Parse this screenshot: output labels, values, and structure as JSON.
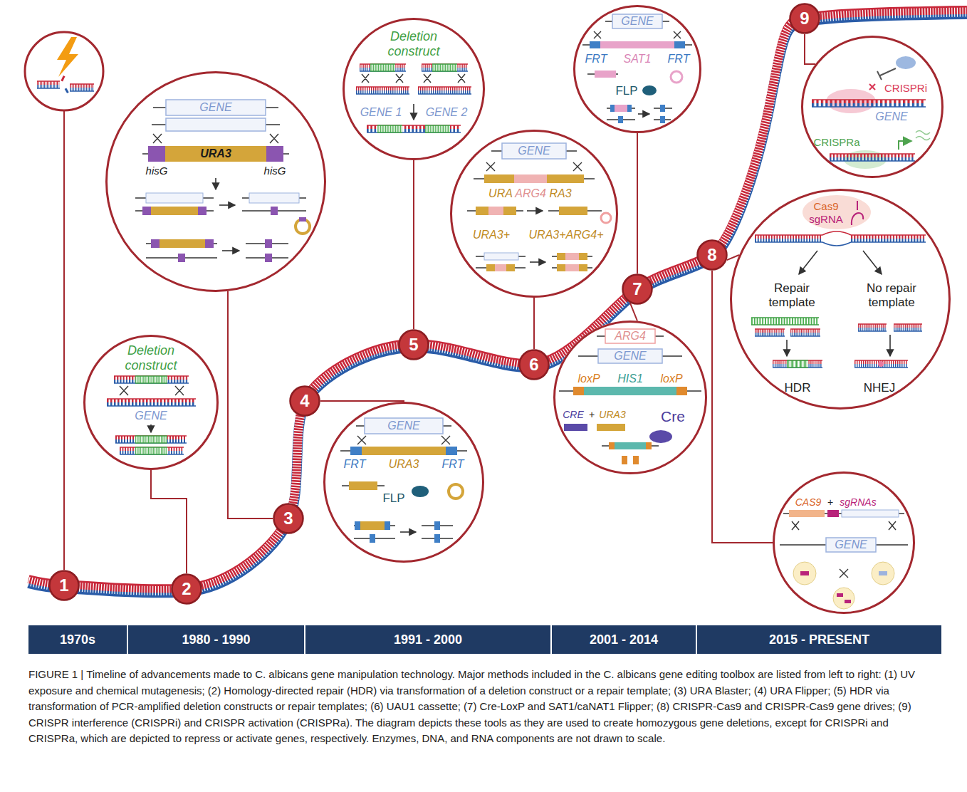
{
  "diagram": {
    "caption": "FIGURE 1 | Timeline of advancements made to C. albicans gene manipulation technology. Major methods included in the C. albicans gene editing toolbox are listed from left to right: (1) UV exposure and chemical mutagenesis; (2) Homology-directed repair (HDR) via transformation of a deletion construct or a repair template; (3) URA Blaster; (4) URA Flipper; (5) HDR via transformation of PCR-amplified deletion constructs or repair templates; (6) UAU1 cassette; (7) Cre-LoxP and SAT1/caNAT1 Flipper; (8) CRISPR-Cas9 and CRISPR-Cas9 gene drives; (9) CRISPR interference (CRISPRi) and CRISPR activation (CRISPRa). The diagram depicts these tools as they are used to create homozygous gene deletions, except for CRISPRi and CRISPRa, which are depicted to repress or activate genes, respectively. Enzymes, DNA, and RNA components are not drawn to scale.",
    "nodes": [
      {
        "text": [
          "1"
        ]
      },
      {
        "text": [
          "2"
        ]
      },
      {
        "text": [
          "Deletion construct",
          "GENE"
        ]
      },
      {
        "text": [
          "3"
        ]
      },
      {
        "text": [
          "GENE",
          "URA3",
          "hisG",
          "hisG"
        ]
      },
      {
        "text": [
          "4"
        ]
      },
      {
        "text": [
          "GENE",
          "FRT",
          "URA3",
          "FRT",
          "FLP"
        ]
      },
      {
        "text": [
          "5"
        ]
      },
      {
        "text": [
          "Deletion construct",
          "GENE 1",
          "GENE 2"
        ]
      },
      {
        "text": [
          "6"
        ]
      },
      {
        "text": [
          "GENE",
          "URA",
          "ARG4",
          "RA3",
          "URA3+",
          "URA3+ARG4+"
        ]
      },
      {
        "text": [
          "7"
        ]
      },
      {
        "text": [
          "GENE",
          "FRT",
          "SAT1",
          "FRT",
          "FLP"
        ]
      },
      {
        "text": [
          "ARG4",
          "GENE",
          "loxP",
          "HIS1",
          "loxP",
          "CRE",
          "+",
          "URA3",
          "Cre"
        ]
      },
      {
        "text": [
          "8"
        ]
      },
      {
        "text": [
          "Cas9",
          "sgRNA",
          "Repair template",
          "No repair template",
          "HDR",
          "NHEJ"
        ]
      },
      {
        "text": [
          "CAS9",
          "+",
          "sgRNAs",
          "GENE"
        ]
      },
      {
        "text": [
          "9"
        ]
      },
      {
        "text": [
          "CRISPRi",
          "GENE",
          "CRISPRa"
        ]
      },
      {
        "text": [
          "1970s"
        ]
      },
      {
        "text": [
          "1980 - 1990"
        ]
      },
      {
        "text": [
          "1991 - 2000"
        ]
      },
      {
        "text": [
          "2001 - 2014"
        ]
      },
      {
        "text": [
          "2015 - PRESENT"
        ]
      }
    ],
    "edges": [
      {
        "from": 1,
        "to": 2,
        "arrow": "none"
      },
      {
        "from": 3,
        "to": 4,
        "arrow": "none"
      },
      {
        "from": 5,
        "to": 6,
        "arrow": "none"
      },
      {
        "from": 7,
        "to": 8,
        "arrow": "none"
      },
      {
        "from": 9,
        "to": 10,
        "arrow": "none"
      },
      {
        "from": 11,
        "to": 12,
        "arrow": "none"
      },
      {
        "from": 11,
        "to": 13,
        "arrow": "none"
      },
      {
        "from": 14,
        "to": 15,
        "arrow": "none"
      },
      {
        "from": 14,
        "to": 16,
        "arrow": "none"
      },
      {
        "from": 17,
        "to": 18,
        "arrow": "none"
      }
    ]
  }
}
